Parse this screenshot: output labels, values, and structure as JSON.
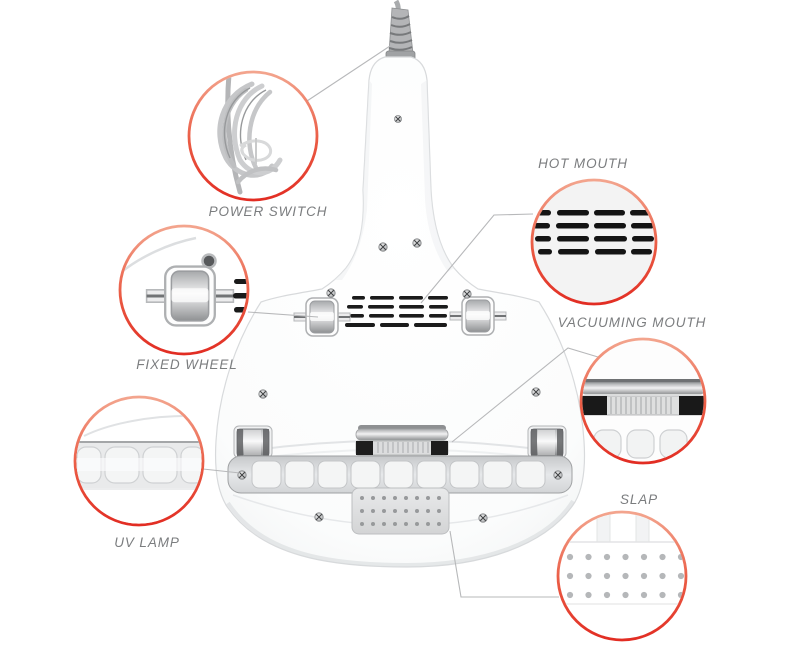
{
  "diagram": {
    "kind": "product-feature-callout-diagram",
    "subject": "handheld vacuum cleaner, bottom view with six magnified feature callouts"
  },
  "callouts": [
    {
      "id": "power-switch",
      "label": "POWER SWITCH"
    },
    {
      "id": "fixed-wheel",
      "label": "FIXED WHEEL"
    },
    {
      "id": "uv-lamp",
      "label": "UV LAMP"
    },
    {
      "id": "hot-mouth",
      "label": "HOT MOUTH"
    },
    {
      "id": "vacuuming-mouth",
      "label": "VACUUMING MOUTH"
    },
    {
      "id": "slap",
      "label": "SLAP"
    }
  ],
  "colors": {
    "callout_ring_red": "#e5332a",
    "callout_ring_light": "#f3a58e",
    "label_text": "#7b7d7f",
    "connector_line": "#b7b8ba",
    "vent_slot_black": "#141414",
    "body_white": "#ffffff",
    "body_shade_gray": "#e8eaec"
  }
}
